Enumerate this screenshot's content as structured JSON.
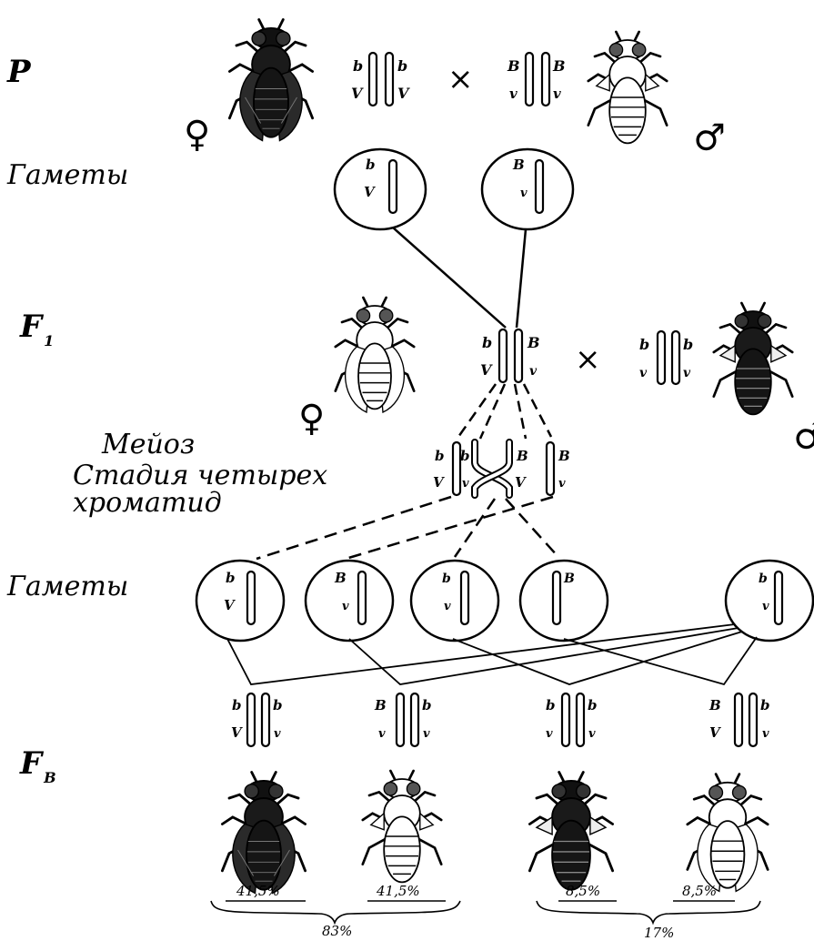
{
  "labels": {
    "p": "P",
    "gametes_1": "Гаметы",
    "f1": "F",
    "f1_sub": "1",
    "meiosis": "Мейоз",
    "four_chromatid_stage_line1": "Стадия четырех",
    "four_chromatid_stage_line2": "хроматид",
    "gametes_2": "Гаметы",
    "fb": "F",
    "fb_sub": "B"
  },
  "symbols": {
    "female": "♀",
    "male": "♂",
    "cross": "×"
  },
  "alleles": {
    "body_recessive": "b",
    "body_dominant": "B",
    "wing_dominant": "V",
    "wing_recessive": "v"
  },
  "percentages": {
    "fb_1": "41,5%",
    "fb_2": "41,5%",
    "fb_3": "8,5%",
    "fb_4": "8,5%",
    "parental_total": "83%",
    "recombinant_total": "17%"
  },
  "colors": {
    "ink": "#000000",
    "paper": "#ffffff",
    "dark_fly": "#1a1a1a",
    "light_fly": "#ffffff"
  }
}
